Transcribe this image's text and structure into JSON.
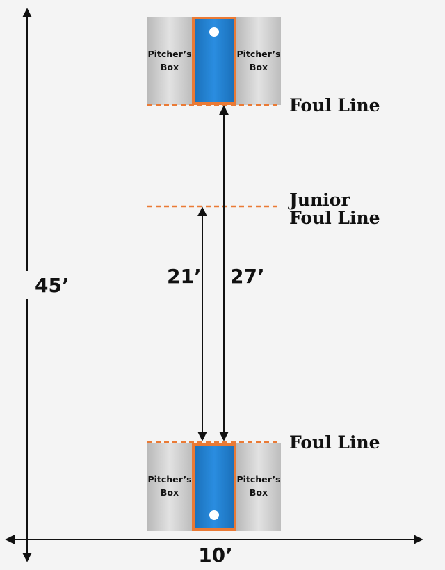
{
  "colors": {
    "background": "#f4f4f4",
    "lane_blue": "#1f7fcf",
    "lane_border": "#ea7a35",
    "box_gray": "#c9c9c9",
    "foul_line": "#ea7a35",
    "arrow": "#111111",
    "text": "#111111"
  },
  "top_end": {
    "left_box": {
      "line1": "Pitcher’s",
      "line2": "Box"
    },
    "right_box": {
      "line1": "Pitcher’s",
      "line2": "Box"
    },
    "foul_line_label": "Foul Line"
  },
  "junior": {
    "line1": "Junior",
    "line2": "Foul Line"
  },
  "bottom_end": {
    "left_box": {
      "line1": "Pitcher’s",
      "line2": "Box"
    },
    "right_box": {
      "line1": "Pitcher’s",
      "line2": "Box"
    },
    "foul_line_label": "Foul Line"
  },
  "dimensions": {
    "court_length": "45’",
    "court_width": "10’",
    "junior_distance": "21’",
    "regular_distance": "27’"
  }
}
